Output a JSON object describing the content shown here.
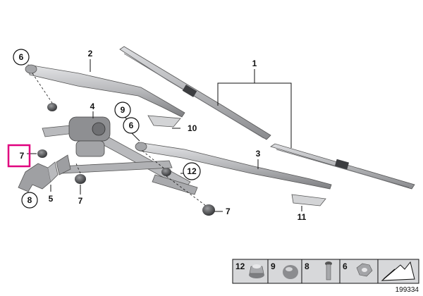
{
  "colors": {
    "part_fill": "#c9cacc",
    "part_dark": "#8e8f92",
    "part_shadow": "#5a5b5e",
    "line": "#111111",
    "highlight": "#e0007f",
    "legend_bg": "#d7d8da"
  },
  "callouts": {
    "c1": "1",
    "c2": "2",
    "c3": "3",
    "c4": "4",
    "c5": "5",
    "c6a": "6",
    "c6b": "6",
    "c7a": "7",
    "c7b": "7",
    "c7c": "7",
    "c8": "8",
    "c9": "9",
    "c10": "10",
    "c11": "11",
    "c12": "12"
  },
  "legend": {
    "items": [
      {
        "label": "12",
        "icon": "hex-nut-flange-icon"
      },
      {
        "label": "9",
        "icon": "round-cap-icon"
      },
      {
        "label": "8",
        "icon": "rivet-icon"
      },
      {
        "label": "6",
        "icon": "hex-nut-icon"
      },
      {
        "label": "",
        "icon": "arrow-tool-icon"
      }
    ]
  },
  "diagram_id": "199334"
}
